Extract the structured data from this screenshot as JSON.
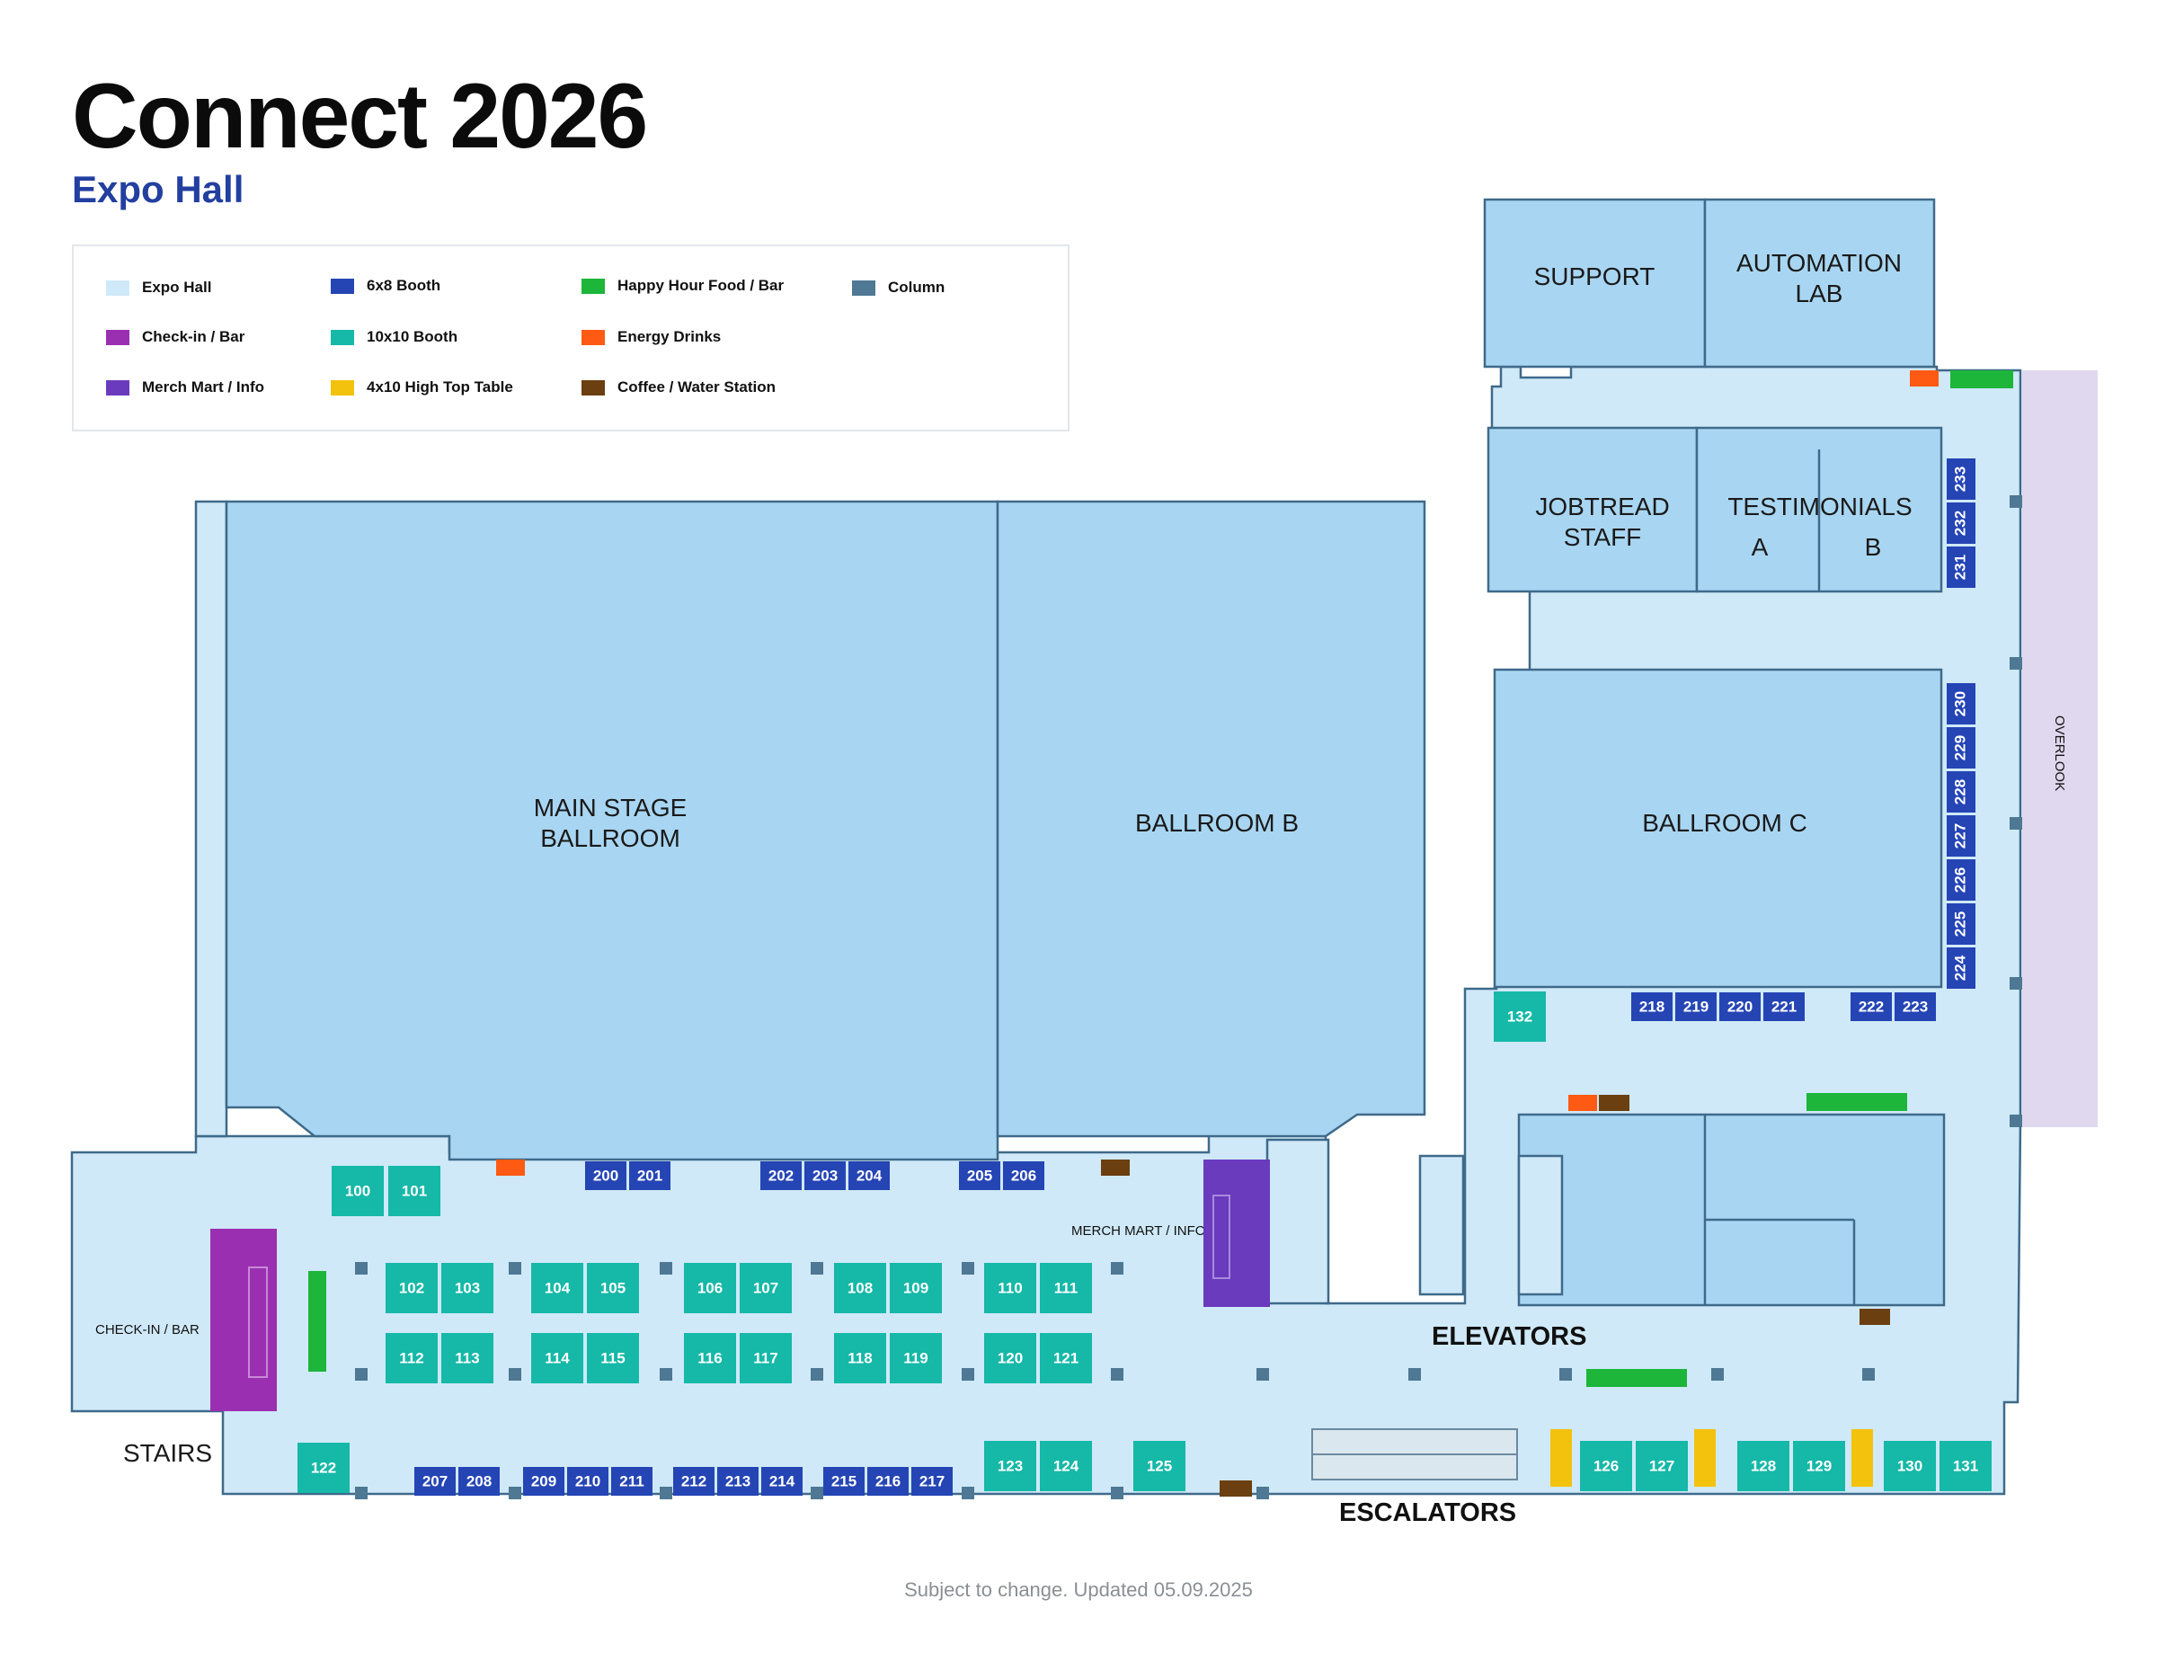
{
  "header": {
    "title": "Connect 2026",
    "subtitle": "Expo Hall"
  },
  "legend": {
    "items": [
      {
        "label": "Expo Hall",
        "color": "#cfe9f8"
      },
      {
        "label": "Check-in / Bar",
        "color": "#9b2fb2"
      },
      {
        "label": "Merch Mart / Info",
        "color": "#6a3bbd"
      },
      {
        "label": "6x8 Booth",
        "color": "#2545b5"
      },
      {
        "label": "10x10 Booth",
        "color": "#16b8a8"
      },
      {
        "label": "4x10 High Top Table",
        "color": "#f3c20d"
      },
      {
        "label": "Happy Hour Food / Bar",
        "color": "#1db53a"
      },
      {
        "label": "Energy Drinks",
        "color": "#ff5a14"
      },
      {
        "label": "Coffee / Water Station",
        "color": "#6b3f10"
      },
      {
        "label": "Column",
        "color": "#4e7893"
      }
    ]
  },
  "rooms": {
    "support": "SUPPORT",
    "automation_lab": [
      "AUTOMATION",
      "LAB"
    ],
    "jobtread_staff": [
      "JOBTREAD",
      "STAFF"
    ],
    "testimonials": "TESTIMONIALS",
    "testimonials_a": "A",
    "testimonials_b": "B",
    "main_stage": [
      "MAIN STAGE",
      "BALLROOM"
    ],
    "ballroom_b": "BALLROOM B",
    "ballroom_c": "BALLROOM C",
    "overlook": "OVERLOOK"
  },
  "labels": {
    "checkin_bar": "CHECK-IN / BAR",
    "merch_mart": "MERCH MART / INFO",
    "stairs": "STAIRS",
    "elevators": "ELEVATORS",
    "escalators": "ESCALATORS"
  },
  "booths_10x10": [
    "100",
    "101",
    "102",
    "103",
    "104",
    "105",
    "106",
    "107",
    "108",
    "109",
    "110",
    "111",
    "112",
    "113",
    "114",
    "115",
    "116",
    "117",
    "118",
    "119",
    "120",
    "121",
    "122",
    "123",
    "124",
    "125",
    "126",
    "127",
    "128",
    "129",
    "130",
    "131",
    "132"
  ],
  "booths_6x8": [
    "200",
    "201",
    "202",
    "203",
    "204",
    "205",
    "206",
    "207",
    "208",
    "209",
    "210",
    "211",
    "212",
    "213",
    "214",
    "215",
    "216",
    "217",
    "218",
    "219",
    "220",
    "221",
    "222",
    "223",
    "224",
    "225",
    "226",
    "227",
    "228",
    "229",
    "230",
    "231",
    "232",
    "233"
  ],
  "footer": "Subject to change. Updated 05.09.2025"
}
